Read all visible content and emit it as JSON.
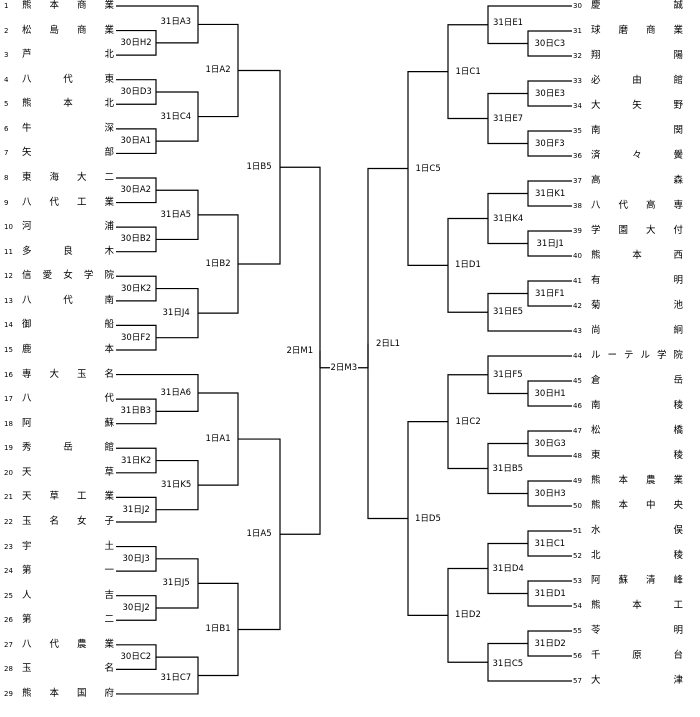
{
  "left_teams": [
    {
      "no": "1",
      "name": "熊本商業"
    },
    {
      "no": "2",
      "name": "松島商業"
    },
    {
      "no": "3",
      "name": "芦北"
    },
    {
      "no": "4",
      "name": "八代東"
    },
    {
      "no": "5",
      "name": "熊本北"
    },
    {
      "no": "6",
      "name": "牛深"
    },
    {
      "no": "7",
      "name": "矢部"
    },
    {
      "no": "8",
      "name": "東海大二"
    },
    {
      "no": "9",
      "name": "八代工業"
    },
    {
      "no": "10",
      "name": "河浦"
    },
    {
      "no": "11",
      "name": "多良木"
    },
    {
      "no": "12",
      "name": "信愛女学院"
    },
    {
      "no": "13",
      "name": "八代南"
    },
    {
      "no": "14",
      "name": "御船"
    },
    {
      "no": "15",
      "name": "鹿本"
    },
    {
      "no": "16",
      "name": "専大玉名"
    },
    {
      "no": "17",
      "name": "八代"
    },
    {
      "no": "18",
      "name": "阿蘇"
    },
    {
      "no": "19",
      "name": "秀岳館"
    },
    {
      "no": "20",
      "name": "天草"
    },
    {
      "no": "21",
      "name": "天草工業"
    },
    {
      "no": "22",
      "name": "玉名女子"
    },
    {
      "no": "23",
      "name": "宇土"
    },
    {
      "no": "24",
      "name": "第一"
    },
    {
      "no": "25",
      "name": "人吉"
    },
    {
      "no": "26",
      "name": "第二"
    },
    {
      "no": "27",
      "name": "八代農業"
    },
    {
      "no": "28",
      "name": "玉名"
    },
    {
      "no": "29",
      "name": "熊本国府"
    }
  ],
  "right_teams": [
    {
      "no": "30",
      "name": "慶誠"
    },
    {
      "no": "31",
      "name": "球磨商業"
    },
    {
      "no": "32",
      "name": "翔陽"
    },
    {
      "no": "33",
      "name": "必由館"
    },
    {
      "no": "34",
      "name": "大矢野"
    },
    {
      "no": "35",
      "name": "南関"
    },
    {
      "no": "36",
      "name": "済々黌"
    },
    {
      "no": "37",
      "name": "高森"
    },
    {
      "no": "38",
      "name": "八代高専"
    },
    {
      "no": "39",
      "name": "学園大付"
    },
    {
      "no": "40",
      "name": "熊本西"
    },
    {
      "no": "41",
      "name": "有明"
    },
    {
      "no": "42",
      "name": "菊池"
    },
    {
      "no": "43",
      "name": "尚絅"
    },
    {
      "no": "44",
      "name": "ルーテル学院"
    },
    {
      "no": "45",
      "name": "倉岳"
    },
    {
      "no": "46",
      "name": "南稜"
    },
    {
      "no": "47",
      "name": "松橋"
    },
    {
      "no": "48",
      "name": "東稜"
    },
    {
      "no": "49",
      "name": "熊本農業"
    },
    {
      "no": "50",
      "name": "熊本中央"
    },
    {
      "no": "51",
      "name": "水俣"
    },
    {
      "no": "52",
      "name": "北稜"
    },
    {
      "no": "53",
      "name": "阿蘇清峰"
    },
    {
      "no": "54",
      "name": "熊本工"
    },
    {
      "no": "55",
      "name": "苓明"
    },
    {
      "no": "56",
      "name": "千原台"
    },
    {
      "no": "57",
      "name": "大津"
    }
  ],
  "games": {
    "A3": "31日A3",
    "H2": "30日H2",
    "D3": "30日D3",
    "C4": "31日C4",
    "A1s": "30日A1",
    "A2s": "30日A2",
    "A5s": "31日A5",
    "B2s": "30日B2",
    "K2a": "30日K2",
    "J4": "31日J4",
    "F2": "30日F2",
    "A6": "31日A6",
    "B3": "31日B3",
    "K2b": "31日K2",
    "K5": "31日K5",
    "J2": "31日J2",
    "J3": "30日J3",
    "J5": "31日J5",
    "J2b": "30日J2",
    "C2s": "30日C2",
    "C7": "31日C7",
    "LA2": "1日A2",
    "LB2": "1日B2",
    "LA1": "1日A1",
    "LB1": "1日B1",
    "LB5": "1日B5",
    "LA5": "1日A5",
    "LM1": "2日M1",
    "LM3": "2日M3",
    "E1": "31日E1",
    "C3": "30日C3",
    "E3": "30日E3",
    "E7": "31日E7",
    "F3": "30日F3",
    "K1": "31日K1",
    "K4": "31日K4",
    "J1": "31日J1",
    "F1": "31日F1",
    "E5": "31日E5",
    "F5": "31日F5",
    "H1": "30日H1",
    "G3": "30日G3",
    "B5": "31日B5",
    "H3": "30日H3",
    "C1": "31日C1",
    "D4": "31日D4",
    "D1": "31日D1",
    "D2": "31日D2",
    "C5": "31日C5",
    "RC1": "1日C1",
    "RD1": "1日D1",
    "RC2": "1日C2",
    "RD2": "1日D2",
    "RC5": "1日C5",
    "RD5": "1日D5",
    "RL1": "2日L1"
  },
  "colors": {
    "line": "#000000",
    "text": "#000000",
    "background": "#ffffff"
  }
}
